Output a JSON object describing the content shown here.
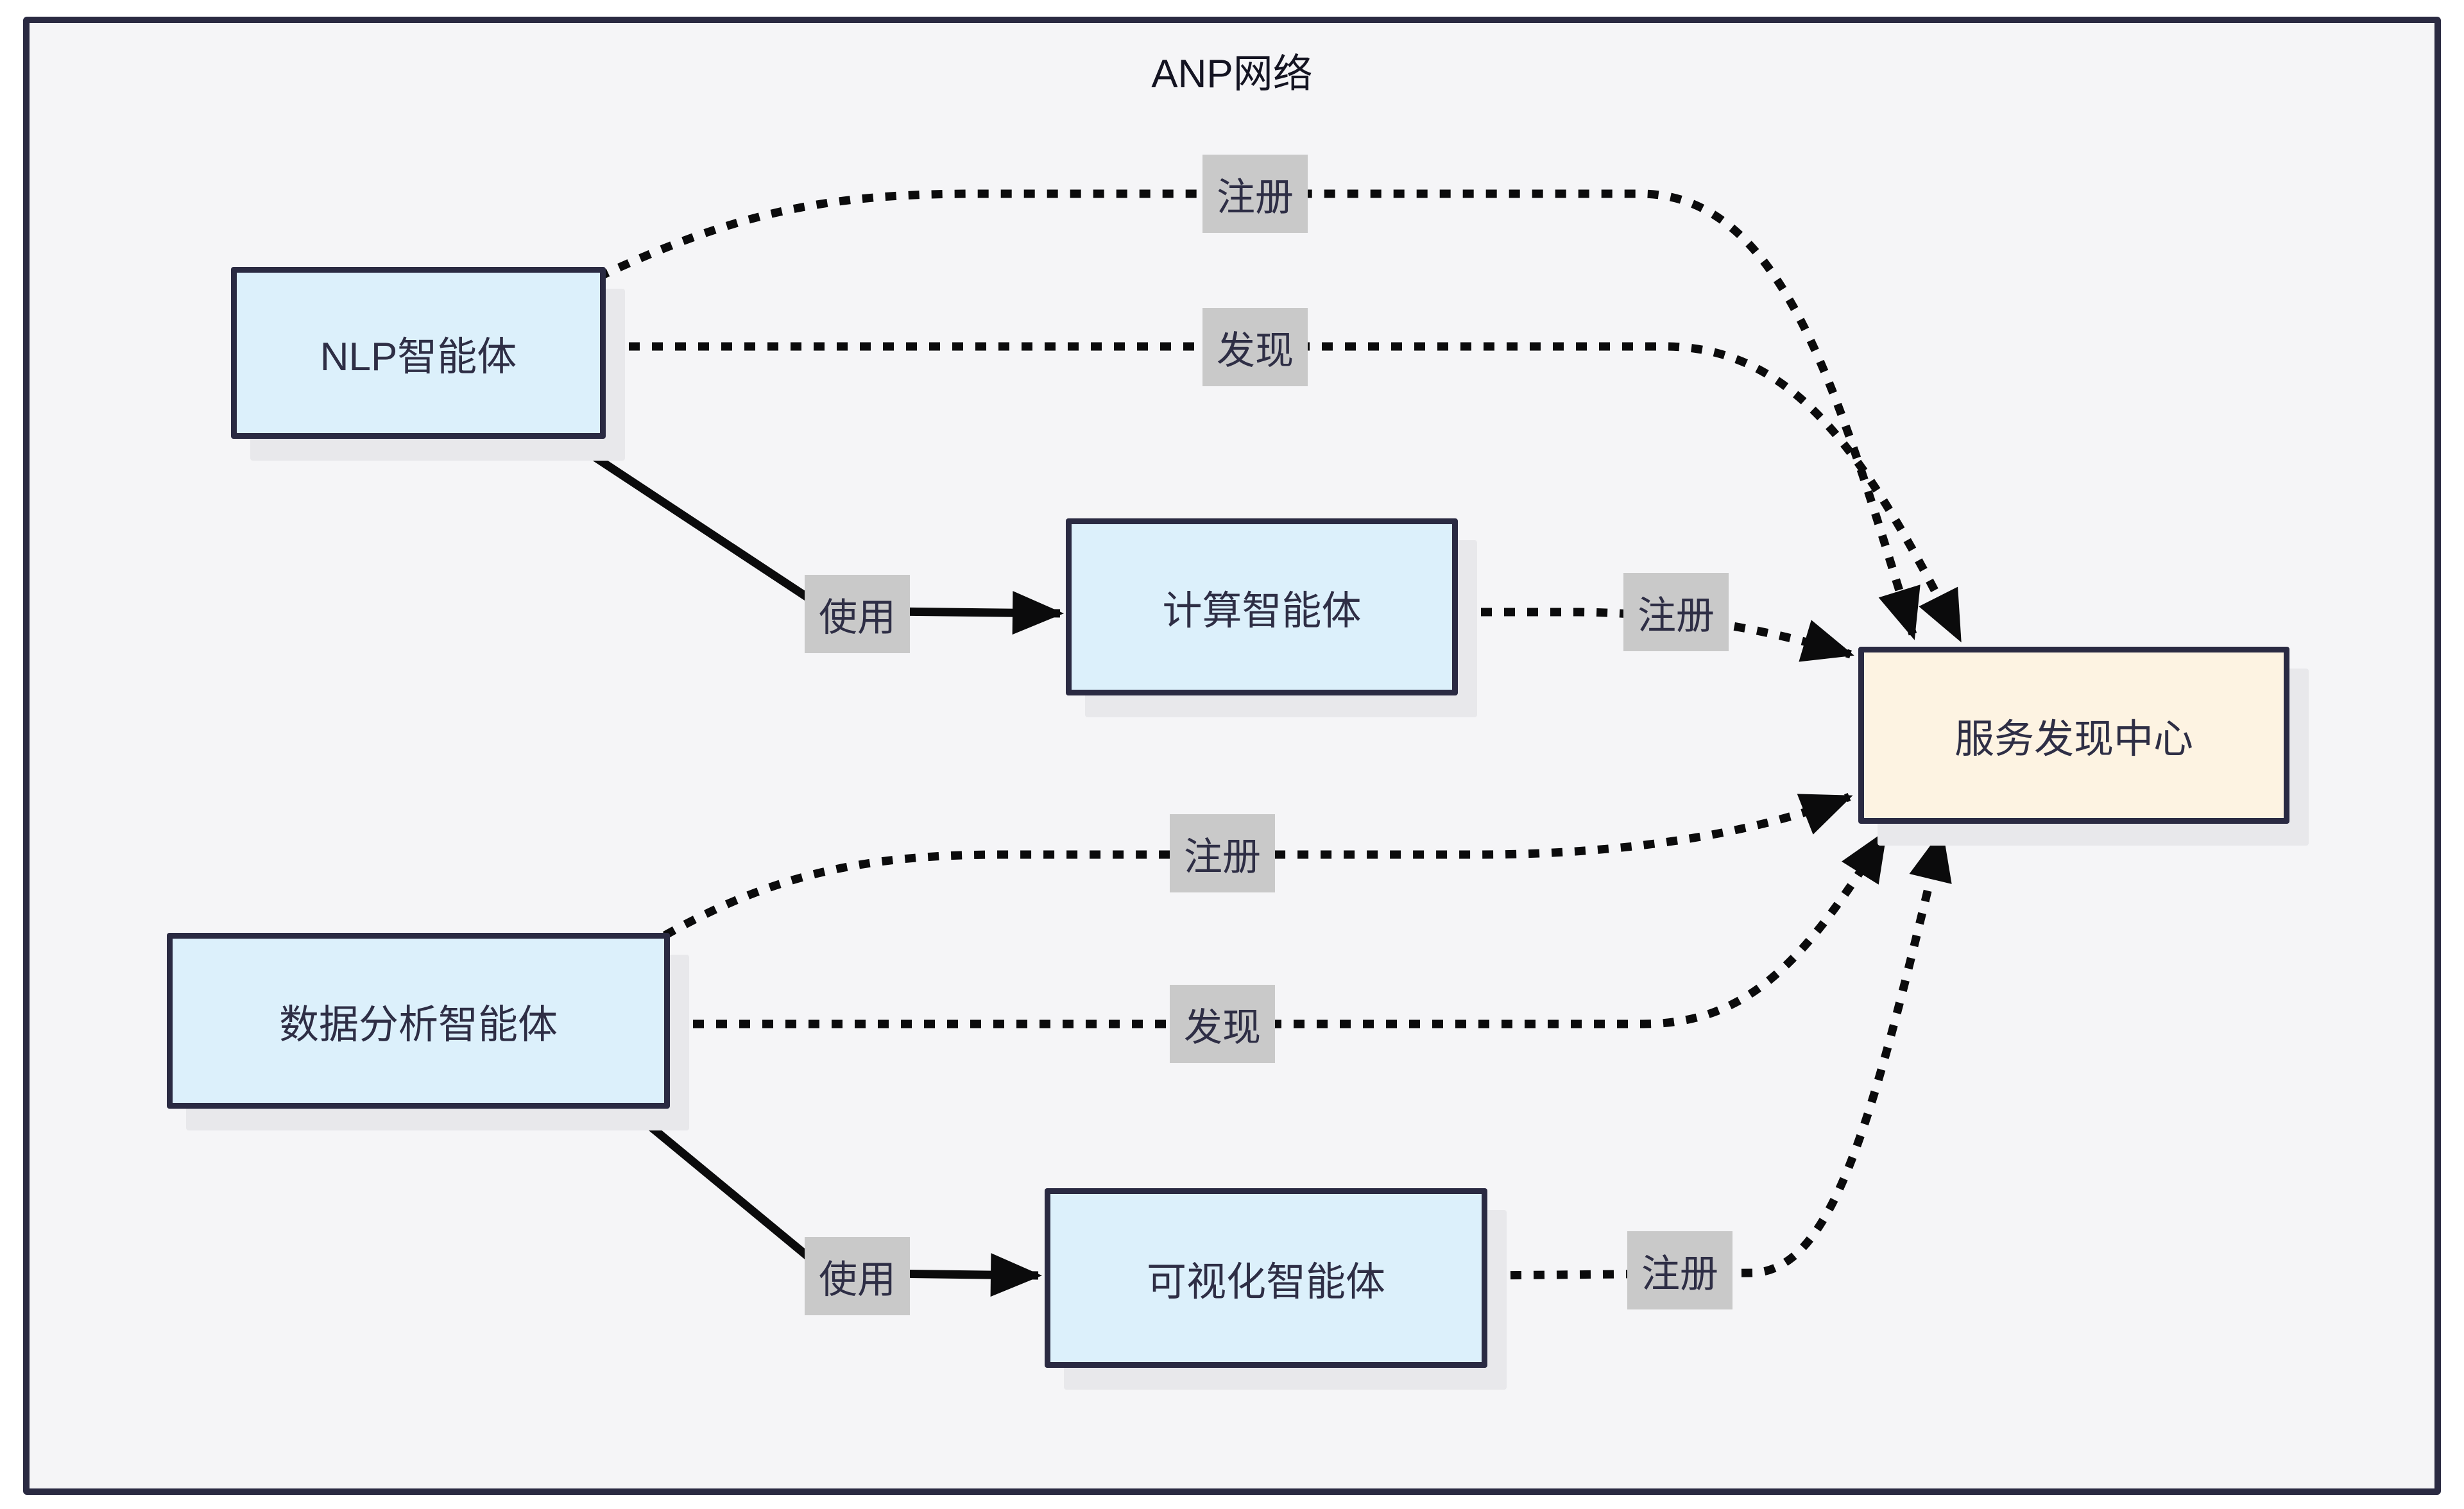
{
  "diagram": {
    "title": "ANP网络",
    "nodes": [
      {
        "id": "nlp",
        "label": "NLP智能体",
        "kind": "agent"
      },
      {
        "id": "compute",
        "label": "计算智能体",
        "kind": "agent"
      },
      {
        "id": "discovery",
        "label": "服务发现中心",
        "kind": "center"
      },
      {
        "id": "data",
        "label": "数据分析智能体",
        "kind": "agent"
      },
      {
        "id": "viz",
        "label": "可视化智能体",
        "kind": "agent"
      }
    ],
    "edges": [
      {
        "from": "NLP智能体",
        "to": "服务发现中心",
        "label": "注册",
        "style": "dotted"
      },
      {
        "from": "NLP智能体",
        "to": "服务发现中心",
        "label": "发现",
        "style": "dotted"
      },
      {
        "from": "NLP智能体",
        "to": "计算智能体",
        "label": "使用",
        "style": "solid"
      },
      {
        "from": "计算智能体",
        "to": "服务发现中心",
        "label": "注册",
        "style": "dotted"
      },
      {
        "from": "数据分析智能体",
        "to": "服务发现中心",
        "label": "注册",
        "style": "dotted"
      },
      {
        "from": "数据分析智能体",
        "to": "服务发现中心",
        "label": "发现",
        "style": "dotted"
      },
      {
        "from": "数据分析智能体",
        "to": "可视化智能体",
        "label": "使用",
        "style": "solid"
      },
      {
        "from": "可视化智能体",
        "to": "服务发现中心",
        "label": "注册",
        "style": "dotted"
      }
    ],
    "colors": {
      "frame_background": "#f5f5f7",
      "node_border": "#2a2a42",
      "agent_fill": "#dcf0fb",
      "center_fill": "#fdf3e2",
      "edge_label_background": "#c9c9c9",
      "text": "#2e2e45",
      "edge": "#0b0b0c",
      "node_shadow": "#e8e8eb"
    }
  }
}
